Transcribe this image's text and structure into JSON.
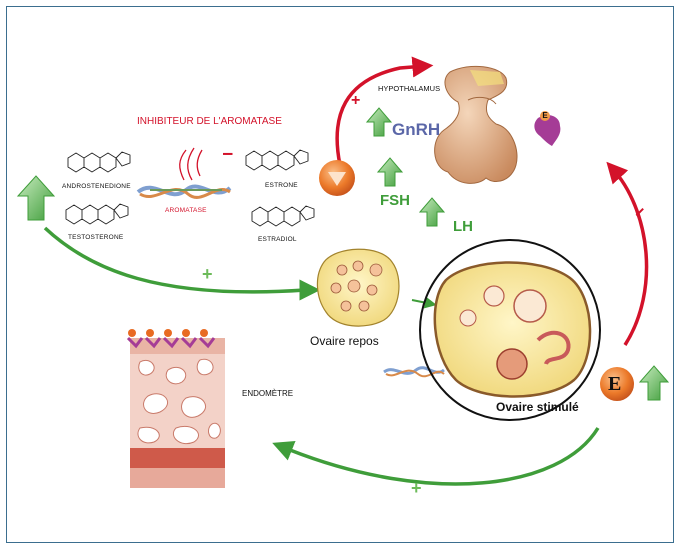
{
  "labels": {
    "hypothalamus": "HYPOTHALAMUS",
    "gnrh": "GnRH",
    "fsh": "FSH",
    "lh": "LH",
    "inhibitor": "INHIBITEUR DE L'AROMATASE",
    "androstenedione": "ANDROSTENEDIONE",
    "testosterone": "TESTOSTERONE",
    "aromatase": "AROMATASE",
    "estrone": "ESTRONE",
    "estradiol": "ESTRADIOL",
    "ovary_rest": "Ovaire repos",
    "ovary_stimulated": "Ovaire stimulé",
    "endometrium": "ENDOMÈTRE",
    "estrogen": "E",
    "plus_sign": "+",
    "inhibit_sign": "I"
  },
  "colors": {
    "red": "#d3122a",
    "green": "#3f9d3a",
    "green_arrow": "#6dbb5a",
    "gnrh": "#5b67a8",
    "orange": "#e86b22",
    "frame": "#3b6e8f"
  }
}
